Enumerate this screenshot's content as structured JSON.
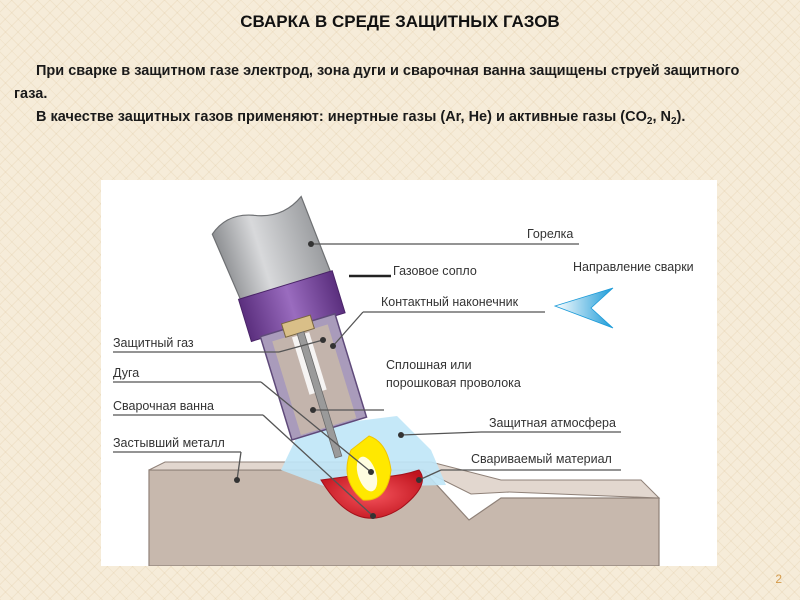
{
  "slide": {
    "title": "СВАРКА В СРЕДЕ ЗАЩИТНЫХ ГАЗОВ",
    "paragraph1": "При сварке в защитном газе электрод, зона дуги и сварочная ванна защищены струей защитного газа.",
    "paragraph2_before": "В качестве защитных газов применяют: инертные газы (Ar, He) и активные газы (CO",
    "paragraph2_sub1": "2",
    "paragraph2_mid": ", N",
    "paragraph2_sub2": "2",
    "paragraph2_after": ").",
    "page_number": "2"
  },
  "diagram": {
    "labels": {
      "torch": "Горелка",
      "gas_nozzle": "Газовое сопло",
      "direction": "Направление сварки",
      "contact_tip": "Контактный наконечник",
      "wire_line1": "Сплошная или",
      "wire_line2": "порошковая проволока",
      "shield_gas": "Защитный газ",
      "arc": "Дуга",
      "weld_pool": "Сварочная ванна",
      "solid_metal": "Застывший металл",
      "shield_atmosphere": "Защитная атмосфера",
      "base_material": "Свариваемый материал"
    },
    "colors": {
      "torch_gray": "#aeb0b3",
      "nozzle_purple": "#7b4a9e",
      "gas_blue": "#bfe6f7",
      "weld_red": "#d6202a",
      "arc_yellow": "#ffe800",
      "metal": "#c7b8ad",
      "arrow_blue": "#2aa8e0"
    }
  }
}
